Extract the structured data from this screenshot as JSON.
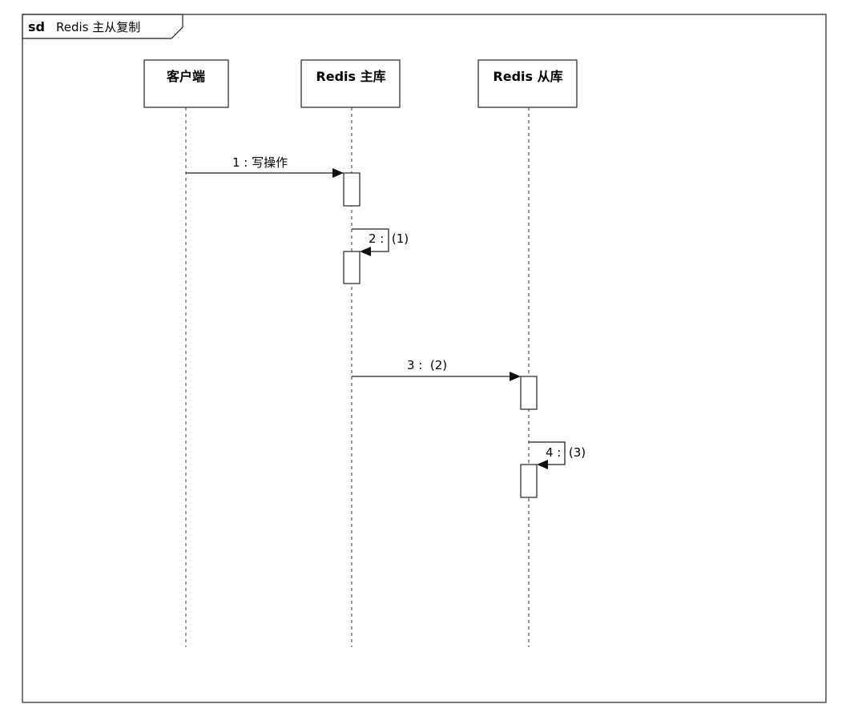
{
  "frame": {
    "keyword": "sd",
    "title": "Redis 主从复制"
  },
  "lifelines": [
    {
      "id": "client",
      "label": "客户端"
    },
    {
      "id": "master",
      "label": "Redis 主库"
    },
    {
      "id": "slave",
      "label": "Redis 从库"
    }
  ],
  "messages": [
    {
      "from": "client",
      "to": "master",
      "label": "1 : 写操作"
    },
    {
      "from": "master",
      "to": "master",
      "label": "2 :  (1)"
    },
    {
      "from": "master",
      "to": "slave",
      "label": "3 :  (2)"
    },
    {
      "from": "slave",
      "to": "slave",
      "label": "4 :  (3)"
    }
  ]
}
